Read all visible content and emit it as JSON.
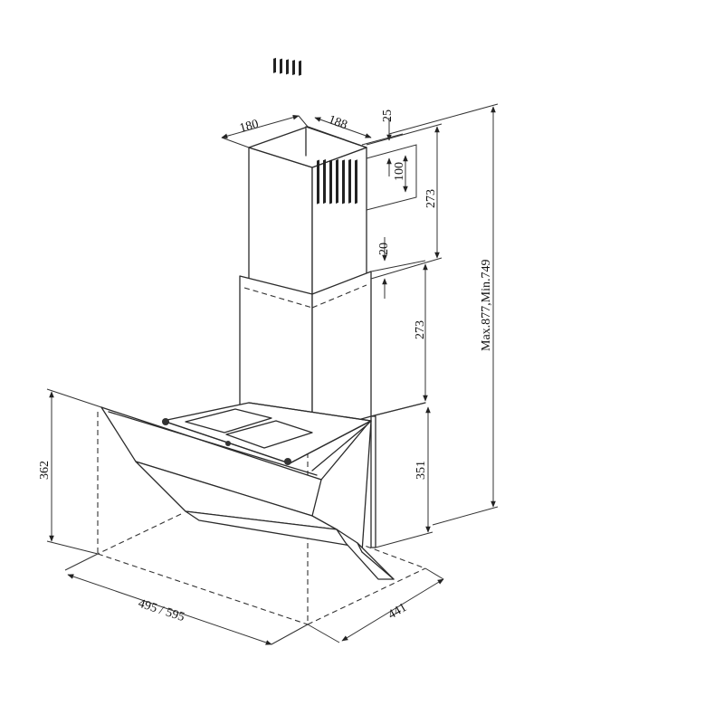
{
  "dimensions": {
    "chimney_width": "180",
    "chimney_depth": "188",
    "outlet_offset": "25",
    "outlet_height": "100",
    "upper_section": "273",
    "overlap": "20",
    "lower_section": "273",
    "total_height": "Max.877,Min.749",
    "hood_height": "362",
    "canopy_height": "351",
    "hood_width": "495 / 595",
    "hood_depth": "441"
  }
}
